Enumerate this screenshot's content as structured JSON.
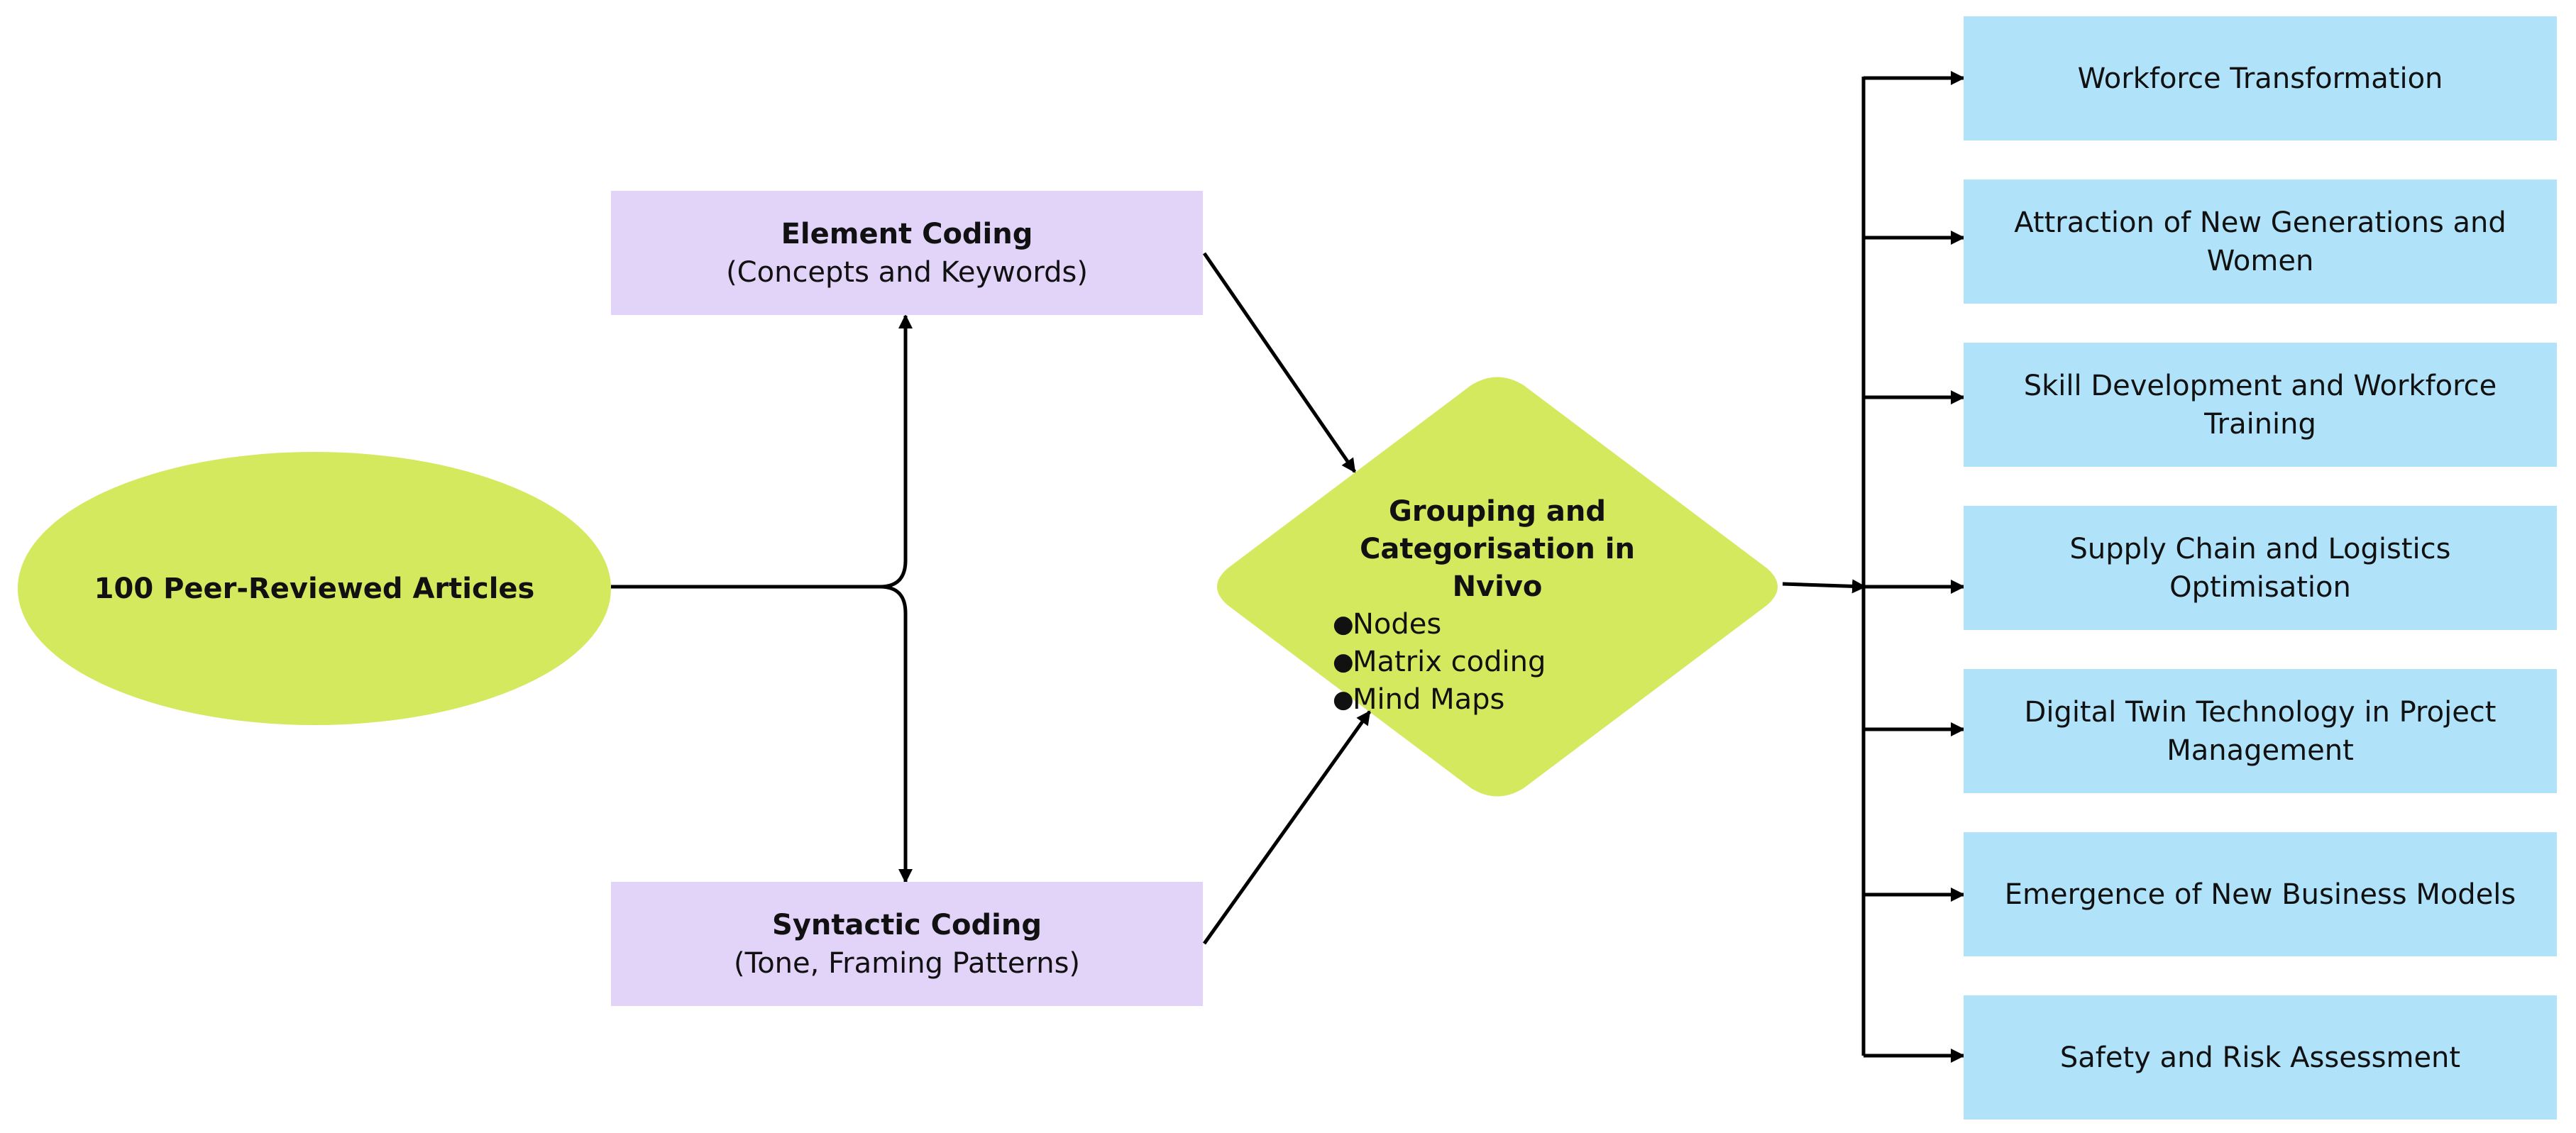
{
  "source": {
    "label": "100 Peer-Reviewed Articles"
  },
  "element_coding": {
    "title": "Element Coding",
    "subtitle": "(Concepts and Keywords)"
  },
  "syntactic_coding": {
    "title": "Syntactic Coding",
    "subtitle": "(Tone, Framing Patterns)"
  },
  "grouping": {
    "title_line1": "Grouping and",
    "title_line2": "Categorisation in Nvivo",
    "items": [
      "Nodes",
      "Matrix coding",
      "Mind Maps"
    ]
  },
  "themes": [
    "Workforce Transformation",
    "Attraction of New Generations and Women",
    "Skill Development and Workforce Training",
    "Supply Chain and Logistics Optimisation",
    "Digital Twin Technology in Project Management",
    "Emergence of New Business Models",
    "Safety and Risk Assessment"
  ],
  "colors": {
    "source_fill": "#d4e95e",
    "coding_fill": "#e2d3f9",
    "grouping_fill": "#d4e95e",
    "theme_fill": "#b0e3fa",
    "connector": "#000000"
  }
}
